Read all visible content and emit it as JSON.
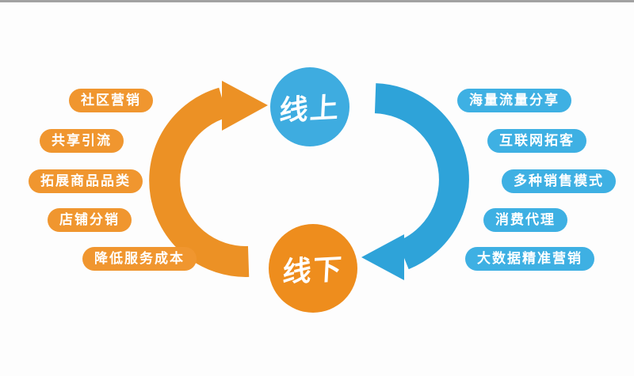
{
  "diagram": {
    "online_node": {
      "label": "线上"
    },
    "offline_node": {
      "label": "线下"
    },
    "orange_items": [
      {
        "label": "社区营销"
      },
      {
        "label": "共享引流"
      },
      {
        "label": "拓展商品品类"
      },
      {
        "label": "店铺分销"
      },
      {
        "label": "降低服务成本"
      }
    ],
    "blue_items": [
      {
        "label": "海量流量分享"
      },
      {
        "label": "互联网拓客"
      },
      {
        "label": "多种销售模式"
      },
      {
        "label": "消费代理"
      },
      {
        "label": "大数据精准营销"
      }
    ],
    "colors": {
      "orange_node": "#ee8d1d",
      "orange_arc": "#ec9125",
      "orange_pill": "#f0962f",
      "blue_node": "#3eace0",
      "blue_arc": "#2ea3d9",
      "blue_pill": "#3eb0e3"
    }
  }
}
